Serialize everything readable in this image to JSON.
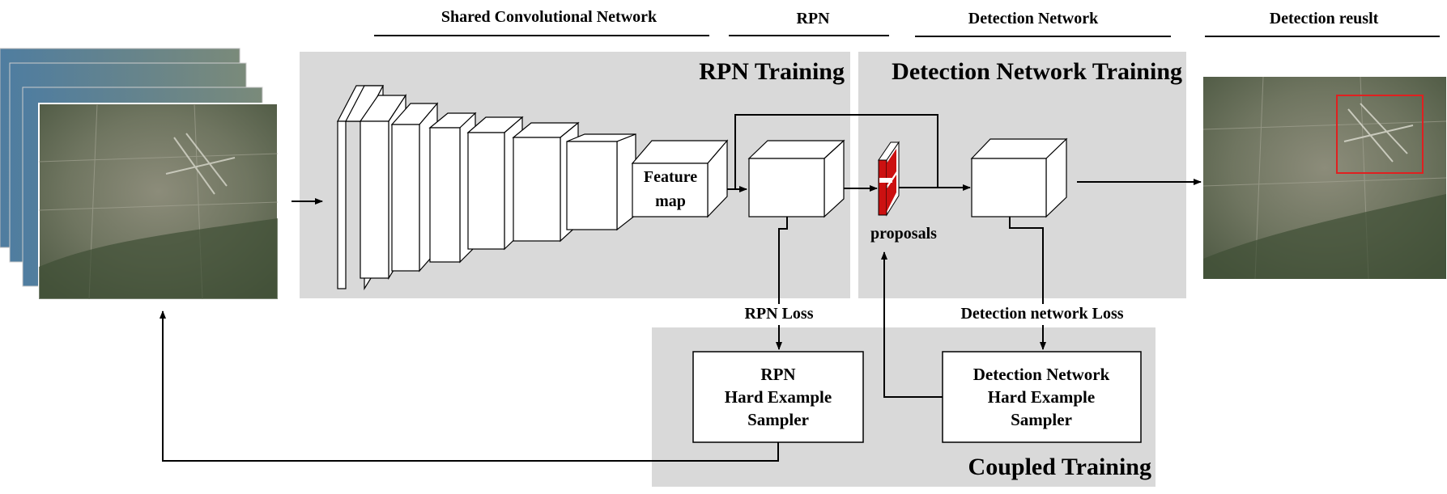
{
  "headers": {
    "shared_conv": "Shared Convolutional Network",
    "rpn": "RPN",
    "detection_network": "Detection Network",
    "detection_result": "Detection reuslt"
  },
  "regions": {
    "rpn_training": "RPN Training",
    "detection_training": "Detection Network Training",
    "coupled_training": "Coupled Training"
  },
  "nodes": {
    "feature_map_line1": "Feature",
    "feature_map_line2": "map",
    "proposals": "proposals",
    "rpn_loss": "RPN Loss",
    "detection_loss": "Detection network Loss",
    "rpn_sampler": [
      "RPN",
      "Hard Example",
      "Sampler"
    ],
    "det_sampler": [
      "Detection Network",
      "Hard Example",
      "Sampler"
    ]
  },
  "colors": {
    "region_fill": "#d9d9d9",
    "box_fill": "#ffffff",
    "proposal_red": "#cc1111",
    "detection_box": "#e02020"
  },
  "images": {
    "input_stack": "satellite-image-icon",
    "output": "satellite-image-icon"
  }
}
